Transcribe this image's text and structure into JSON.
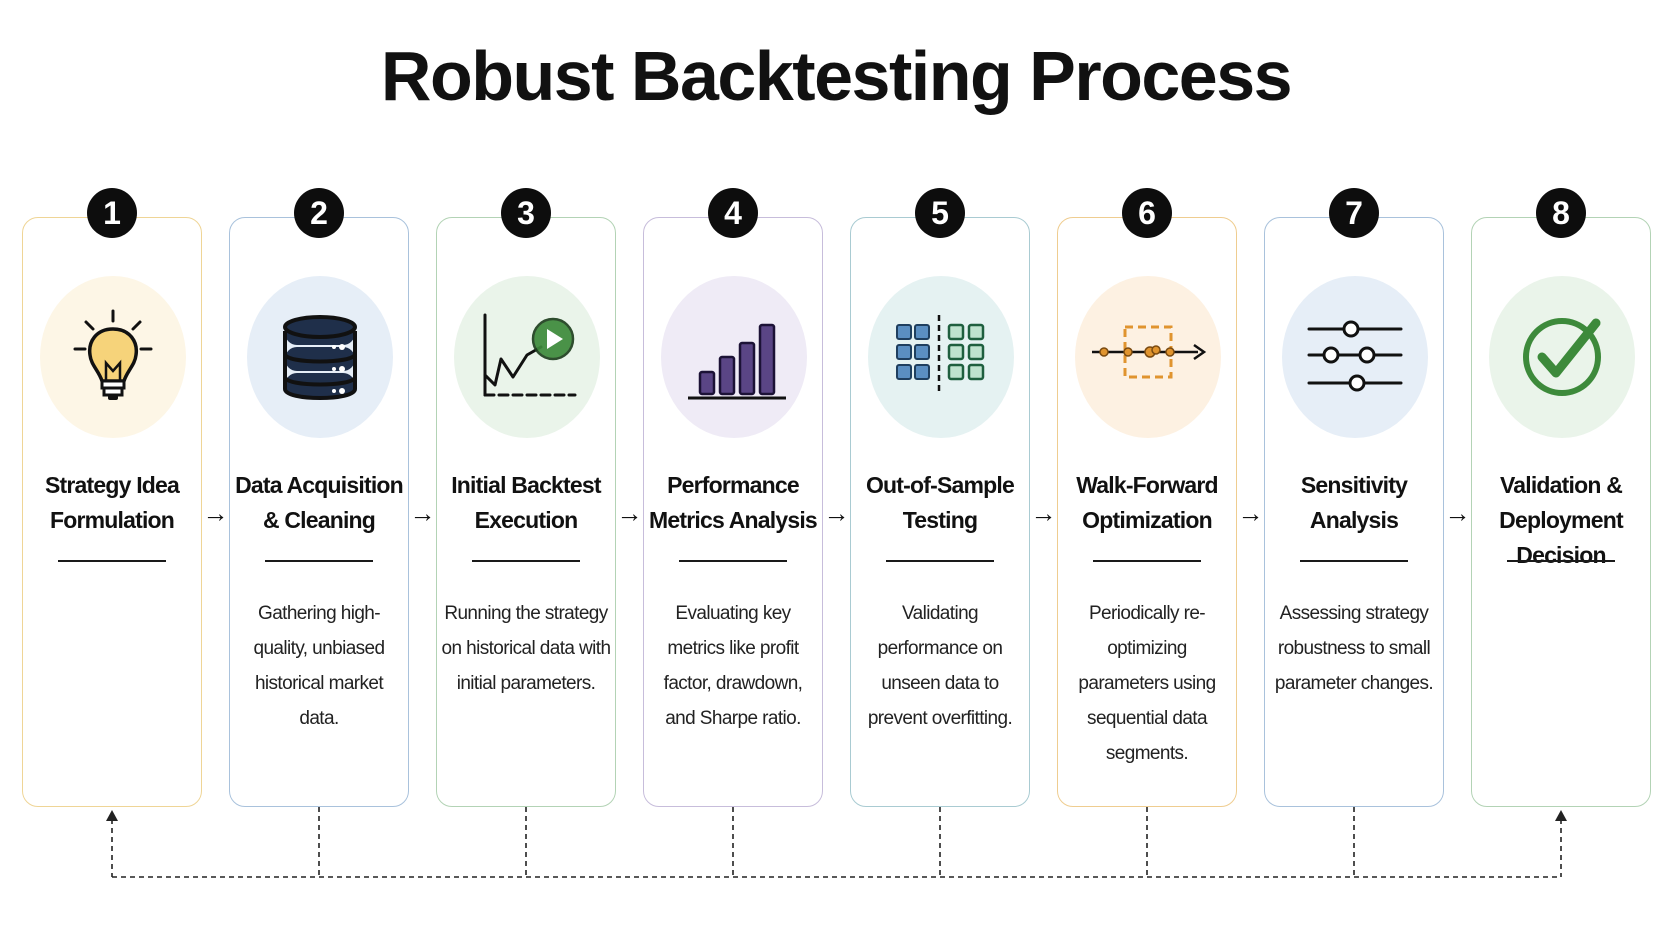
{
  "title": "Robust Backtesting Process",
  "steps": [
    {
      "number": "1",
      "title": "Strategy Idea Formulation",
      "description": "",
      "icon": "lightbulb-icon",
      "accent": "#efd596",
      "icon_bg": "#fdf6e6"
    },
    {
      "number": "2",
      "title": "Data Acquisition & Cleaning",
      "description": "Gathering high-quality, unbiased historical market data.",
      "icon": "database-icon",
      "accent": "#a9c2dc",
      "icon_bg": "#e6eef7"
    },
    {
      "number": "3",
      "title": "Initial Backtest Execution",
      "description": "Running the strategy on historical data with initial parameters.",
      "icon": "chart-play-icon",
      "accent": "#b3d3b5",
      "icon_bg": "#eaf4ea"
    },
    {
      "number": "4",
      "title": "Performance Metrics Analysis",
      "description": "Evaluating key metrics like profit factor, drawdown, and Sharpe ratio.",
      "icon": "bar-chart-icon",
      "accent": "#c7bddb",
      "icon_bg": "#efebf6"
    },
    {
      "number": "5",
      "title": "Out-of-Sample Testing",
      "description": "Validating performance on unseen data to prevent overfitting.",
      "icon": "data-grid-icon",
      "accent": "#a9cbd2",
      "icon_bg": "#e5f2f2"
    },
    {
      "number": "6",
      "title": "Walk-Forward Optimization",
      "description": "Periodically re-optimizing parameters using sequential data segments.",
      "icon": "walk-forward-icon",
      "accent": "#efcd90",
      "icon_bg": "#fdf1e2"
    },
    {
      "number": "7",
      "title": "Sensitivity Analysis",
      "description": "Assessing strategy robustness to small parameter changes.",
      "icon": "sliders-icon",
      "accent": "#a9c2dc",
      "icon_bg": "#e6eef7"
    },
    {
      "number": "8",
      "title": "Validation & Deployment Decision",
      "description": "",
      "icon": "checkmark-icon",
      "accent": "#b3d3b5",
      "icon_bg": "#eaf4ea"
    }
  ],
  "arrow_glyph": "→",
  "colors": {
    "green": "#3d8a3b",
    "purple": "#5a4585",
    "blue": "#5b8fc2",
    "orange": "#e0942e",
    "navy": "#1f2f4a"
  }
}
